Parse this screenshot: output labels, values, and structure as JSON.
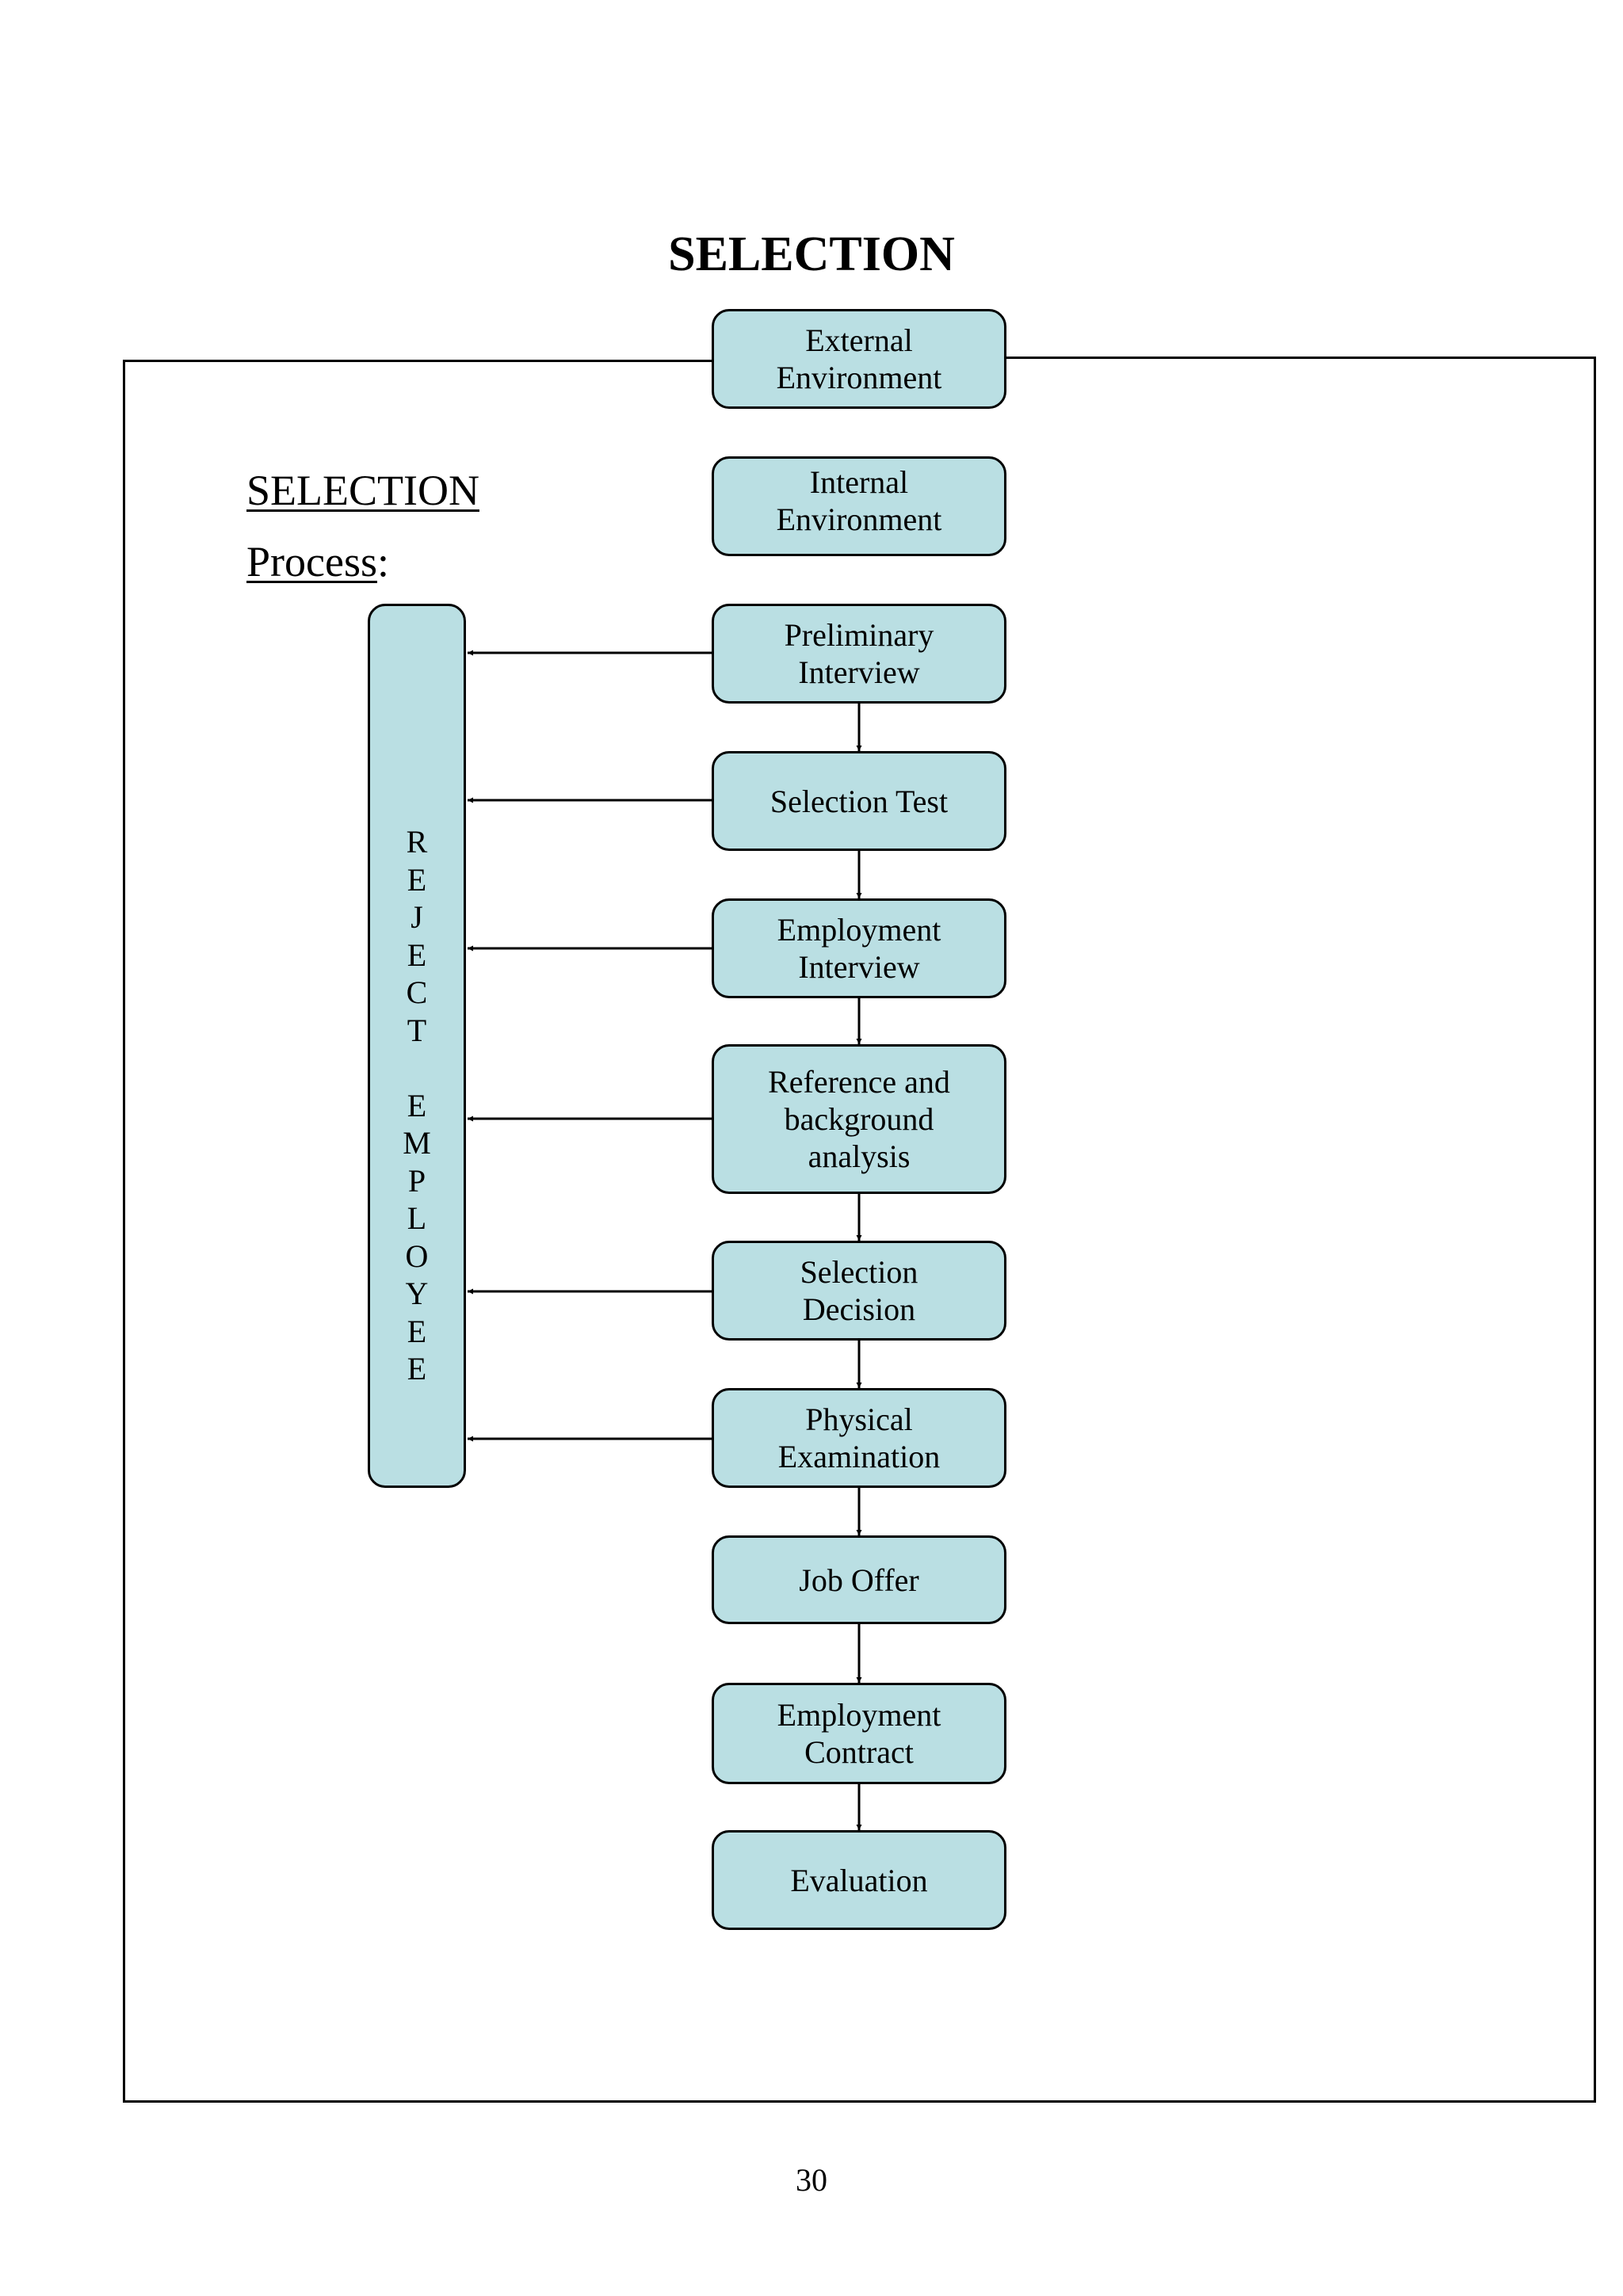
{
  "title": "SELECTION",
  "process_label_line1": "SELECTION",
  "process_label_line2": "Process",
  "process_label_colon": ":",
  "steps": [
    {
      "id": "external",
      "label": "External\nEnvironment"
    },
    {
      "id": "internal",
      "label": "Internal\nEnvironment"
    },
    {
      "id": "preliminary",
      "label": "Preliminary\nInterview"
    },
    {
      "id": "selection-test",
      "label": "Selection Test"
    },
    {
      "id": "employment-interview",
      "label": "Employment\nInterview"
    },
    {
      "id": "reference",
      "label": "Reference and\nbackground\nanalysis"
    },
    {
      "id": "selection-decision",
      "label": "Selection\nDecision"
    },
    {
      "id": "physical",
      "label": "Physical\nExamination"
    },
    {
      "id": "job-offer",
      "label": "Job Offer"
    },
    {
      "id": "contract",
      "label": "Employment\nContract"
    },
    {
      "id": "evaluation",
      "label": "Evaluation"
    }
  ],
  "reject_label": "R\nE\nJ\nE\nC\nT\n\nE\nM\nP\nL\nO\nY\nE\nE",
  "page_number": "30",
  "colors": {
    "box_fill": "#badfe3",
    "stroke": "#000000"
  }
}
